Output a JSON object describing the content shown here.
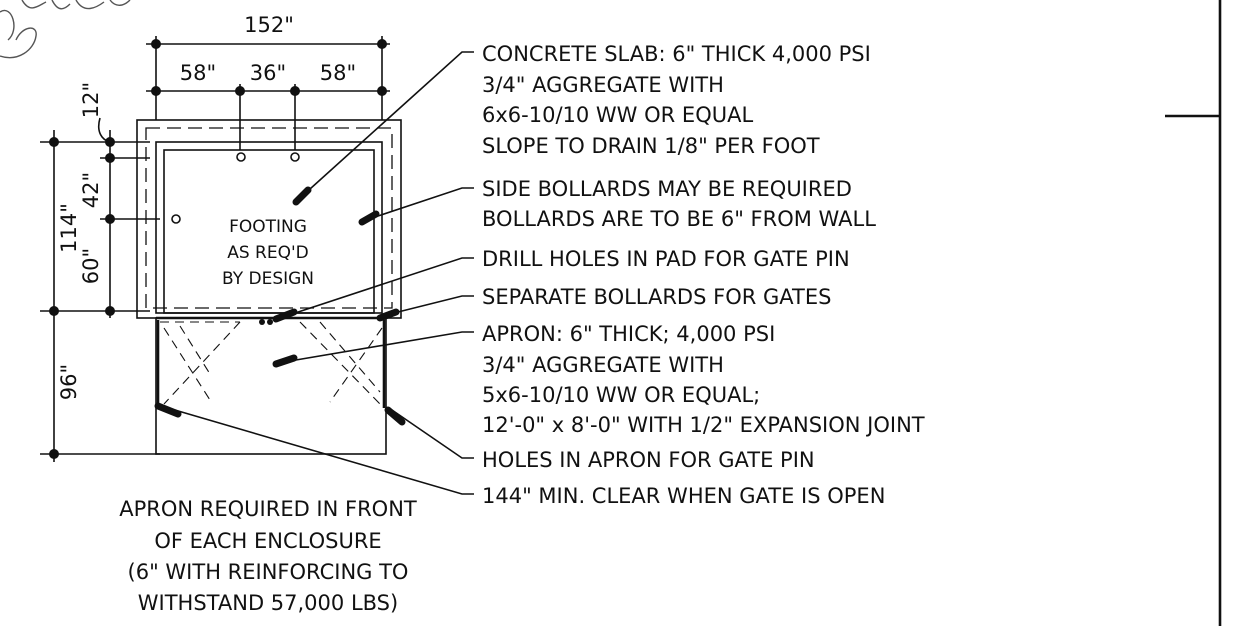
{
  "dimensions": {
    "overall_width": "152\"",
    "left_seg": "58\"",
    "mid_seg": "36\"",
    "right_seg": "58\"",
    "top_offset": "12\"",
    "total_depth": "114\"",
    "upper_depth": "42\"",
    "lower_depth": "60\"",
    "apron_depth": "96\""
  },
  "footing": [
    "FOOTING",
    "AS REQ'D",
    "BY DESIGN"
  ],
  "notes": [
    "CONCRETE SLAB: 6\" THICK 4,000 PSI",
    "3/4\" AGGREGATE WITH",
    "6x6-10/10 WW OR EQUAL",
    "SLOPE TO DRAIN 1/8\" PER FOOT",
    "SIDE BOLLARDS MAY BE REQUIRED",
    "BOLLARDS ARE TO BE 6\" FROM WALL",
    "DRILL HOLES IN PAD FOR GATE PIN",
    "SEPARATE BOLLARDS FOR GATES",
    "APRON: 6\" THICK; 4,000 PSI",
    "3/4\" AGGREGATE WITH",
    "5x6-10/10 WW OR EQUAL;",
    "12'-0\" x 8'-0\" WITH 1/2\" EXPANSION JOINT",
    "HOLES IN APRON FOR GATE PIN",
    "144\" MIN. CLEAR WHEN GATE IS OPEN"
  ],
  "apron_note": [
    "APRON REQUIRED IN FRONT",
    "OF EACH ENCLOSURE",
    "(6\" WITH REINFORCING TO",
    "WITHSTAND 57,000 LBS)"
  ]
}
